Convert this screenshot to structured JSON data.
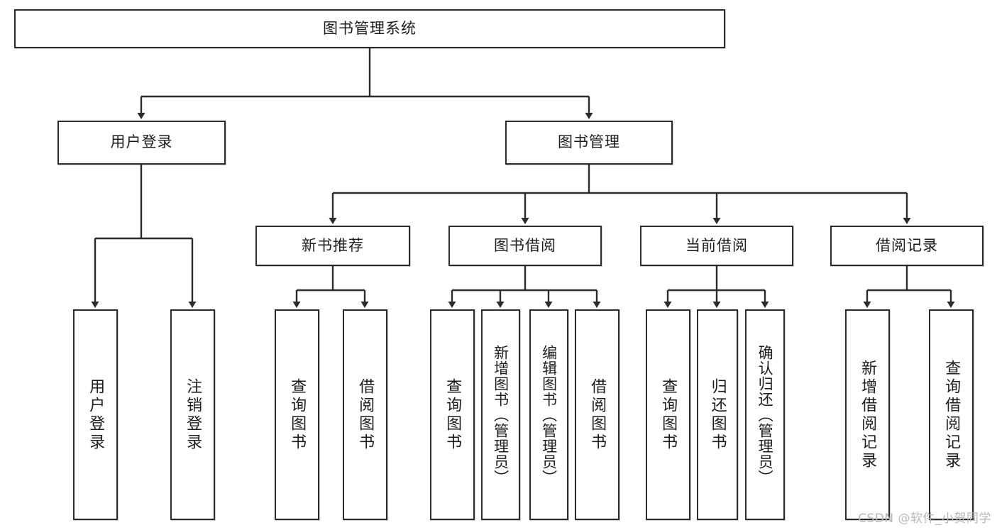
{
  "diagram": {
    "title": "图书管理系统",
    "root": {
      "label": "图书管理系统"
    },
    "level2": [
      {
        "label": "用户登录"
      },
      {
        "label": "图书管理"
      }
    ],
    "level3": [
      {
        "label": "新书推荐"
      },
      {
        "label": "图书借阅"
      },
      {
        "label": "当前借阅"
      },
      {
        "label": "借阅记录"
      }
    ],
    "leaves": {
      "user_login": [
        {
          "label": "用户登录"
        },
        {
          "label": "注销登录"
        }
      ],
      "new_book_recommend": [
        {
          "label": "查询图书"
        },
        {
          "label": "借阅图书"
        }
      ],
      "book_borrow": [
        {
          "label": "查询图书"
        },
        {
          "label": "新增图书（管理员）"
        },
        {
          "label": "编辑图书（管理员）"
        },
        {
          "label": "借阅图书"
        }
      ],
      "current_borrow": [
        {
          "label": "查询图书"
        },
        {
          "label": "归还图书"
        },
        {
          "label": "确认归还（管理员）"
        }
      ],
      "borrow_record": [
        {
          "label": "新增借阅记录"
        },
        {
          "label": "查询借阅记录"
        }
      ]
    },
    "watermark": "CSDN @软件_小贺同学",
    "colors": {
      "stroke": "#2b2b2b",
      "fill": "#ffffff",
      "text": "#1c1c1c",
      "watermark": "#b9b9b9"
    }
  }
}
